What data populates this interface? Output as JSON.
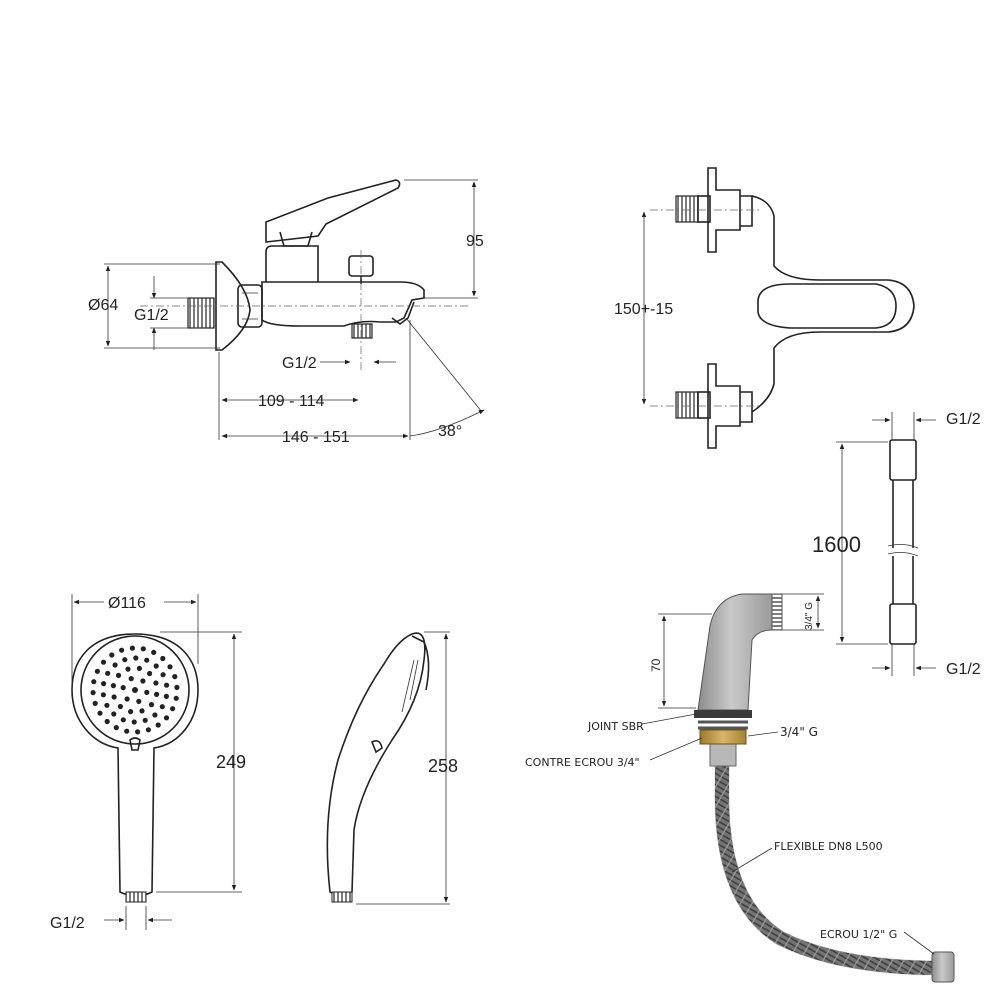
{
  "mixer_side": {
    "dia_body": "Ø64",
    "inlet_thread": "G1/2",
    "outlet_thread": "G1/2",
    "dim_short": "109 - 114",
    "dim_long": "146 - 151",
    "height": "95",
    "angle": "38°"
  },
  "mixer_front": {
    "centres": "150+-15"
  },
  "hose": {
    "length": "1600",
    "thread_top": "G1/2",
    "thread_bottom": "G1/2"
  },
  "hand_shower": {
    "diameter": "Ø116",
    "length_front": "249",
    "length_side": "258",
    "thread": "G1/2"
  },
  "spout_kit": {
    "height": "70",
    "thread_side": "3/4\" G",
    "label_seal": "JOINT SBR",
    "label_nut": "CONTRE ECROU 3/4\"",
    "label_thread": "3/4\" G",
    "label_flex": "FLEXIBLE DN8 L500",
    "label_end_nut": "ECROU 1/2\" G"
  }
}
